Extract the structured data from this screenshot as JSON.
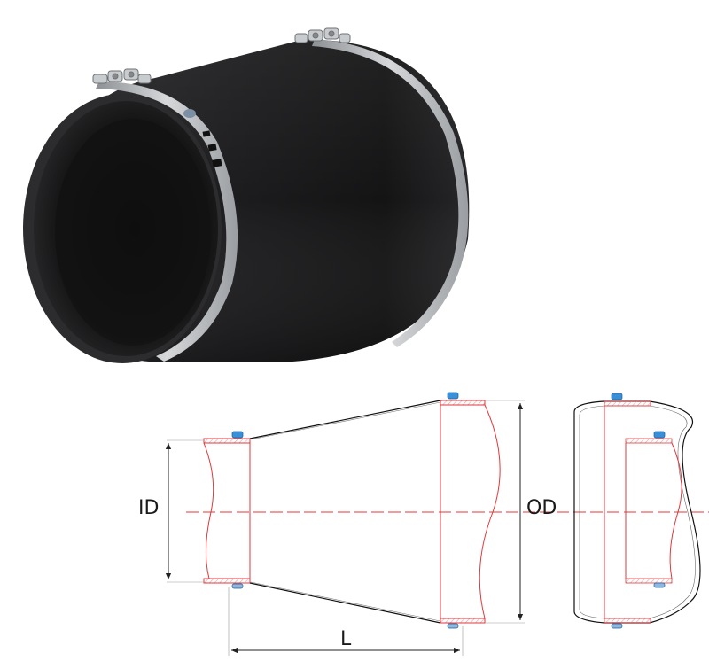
{
  "labels": {
    "id": "ID",
    "od": "OD",
    "length": "L"
  },
  "colors": {
    "outline": "#e0383c",
    "hatch": "#e89a9c",
    "centerline": "#e03a3a",
    "dimension": "#222222",
    "pipe_body": "#1c1c1e",
    "clamp_band": "#b9bcbf",
    "clamp_icon": "#3a90d8"
  }
}
